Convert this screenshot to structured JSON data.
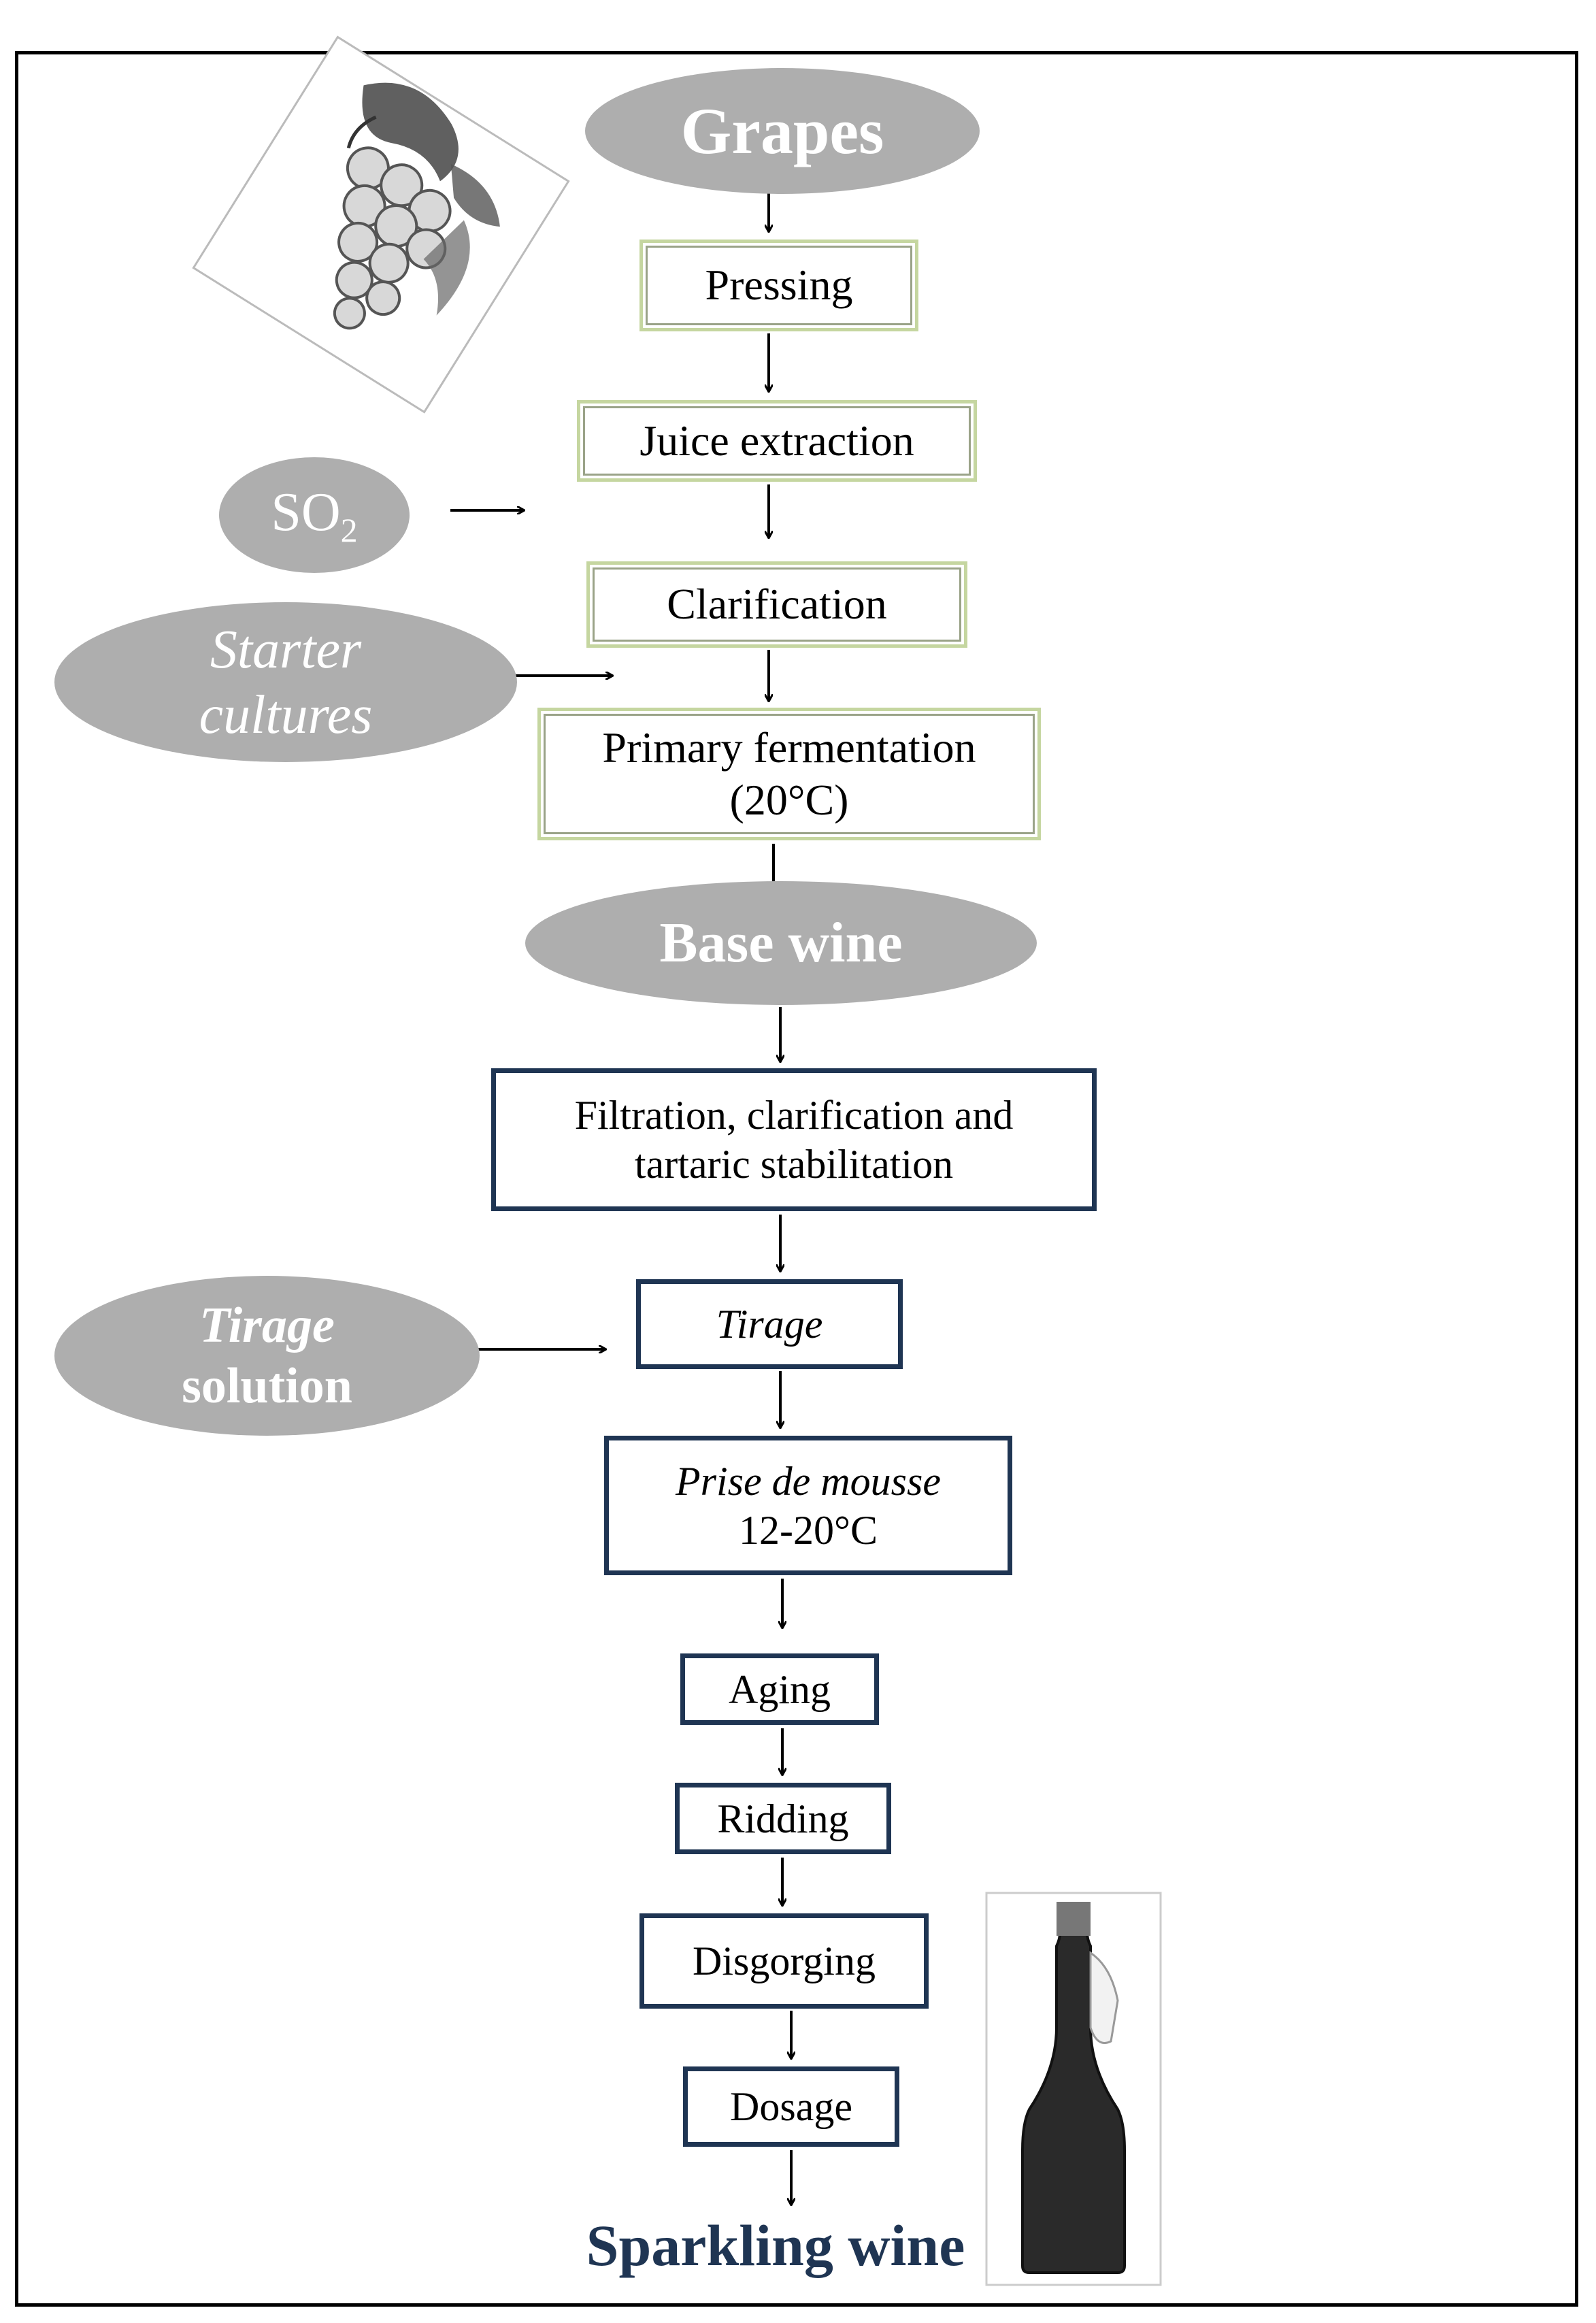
{
  "inputs": {
    "grapes": "Grapes",
    "so2": "SO",
    "so2_sub": "2",
    "starter": [
      "Starter",
      "cultures"
    ],
    "base_wine": "Base wine",
    "tirage_solution": [
      "Tirage",
      "solution"
    ]
  },
  "steps": {
    "pressing": "Pressing",
    "juice": "Juice extraction",
    "clarification": "Clarification",
    "primary": [
      "Primary fermentation",
      "(20°C)"
    ],
    "filtration": [
      "Filtration, clarification and",
      "tartaric stabilitation"
    ],
    "tirage": "Tirage",
    "prise": [
      "Prise de mousse",
      "12-20°C"
    ],
    "aging": "Aging",
    "ridding": "Ridding",
    "disgorging": "Disgorging",
    "dosage": "Dosage"
  },
  "output": "Sparkling wine",
  "colors": {
    "oval_fill": "#aeaeae",
    "green_border": "#c5d6a0",
    "navy_border": "#1f3553",
    "output_text": "#1f3553"
  },
  "pictures": [
    "grapes-drawing",
    "wine-bottle-drawing"
  ]
}
